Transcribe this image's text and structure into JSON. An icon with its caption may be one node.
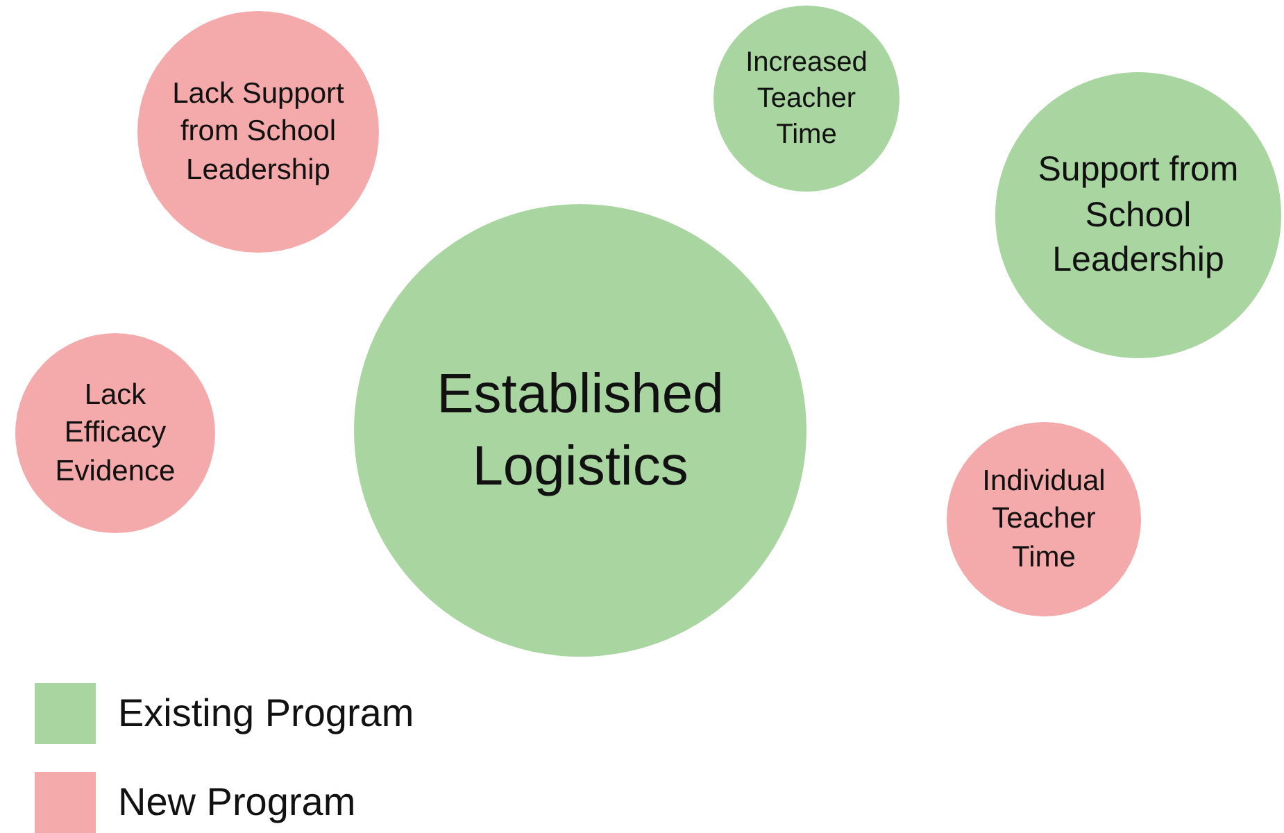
{
  "diagram": {
    "nodes": [
      {
        "text": [
          "Lack Support from School Leadership"
        ]
      },
      {
        "text": [
          "Increased Teacher Time"
        ]
      },
      {
        "text": [
          "Support from School Leadership"
        ]
      },
      {
        "text": [
          "Established Logistics"
        ]
      },
      {
        "text": [
          "Lack Efficacy Evidence"
        ]
      },
      {
        "text": [
          "Individual Teacher Time"
        ]
      }
    ],
    "edges": [],
    "legend": [
      {
        "text": "Existing Program",
        "color": "#a9d5a0"
      },
      {
        "text": "New Program",
        "color": "#f4aaaa"
      }
    ]
  }
}
